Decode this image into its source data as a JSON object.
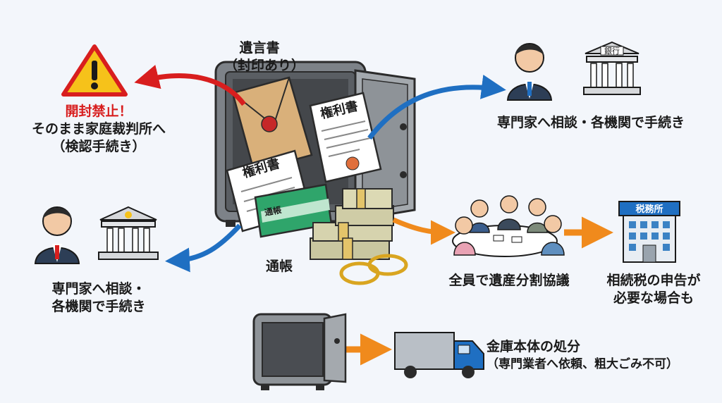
{
  "safe_labels": {
    "will_title": "遺言書",
    "will_sub": "（封印あり）",
    "deed_a": "権利書",
    "deed_b": "権利書",
    "passbook_card": "通帳",
    "passbook_caption": "通帳"
  },
  "left_top": {
    "warning": "開封禁止！",
    "line1": "そのまま家庭裁判所へ",
    "line2": "（検認手続き）"
  },
  "left_bottom": {
    "line1": "専門家へ相談・",
    "line2": "各機関で手続き"
  },
  "right_top": {
    "bank_sign": "銀行",
    "text": "専門家へ相談・各機関で手続き"
  },
  "right_middle": {
    "meeting": "全員で遺産分割協議",
    "tax_sign": "税務所",
    "tax_line1": "相続税の申告が",
    "tax_line2": "必要な場合も"
  },
  "bottom": {
    "line1": "金庫本体の処分",
    "line2": "（専門業者へ依頼、粗大ごみ不可）"
  },
  "colors": {
    "red_arrow": "#d81e1e",
    "blue_arrow": "#1f6fc2",
    "orange_arrow": "#f08a1c",
    "warning_yellow": "#f6c21a",
    "safe_gray": "#8e9398"
  }
}
